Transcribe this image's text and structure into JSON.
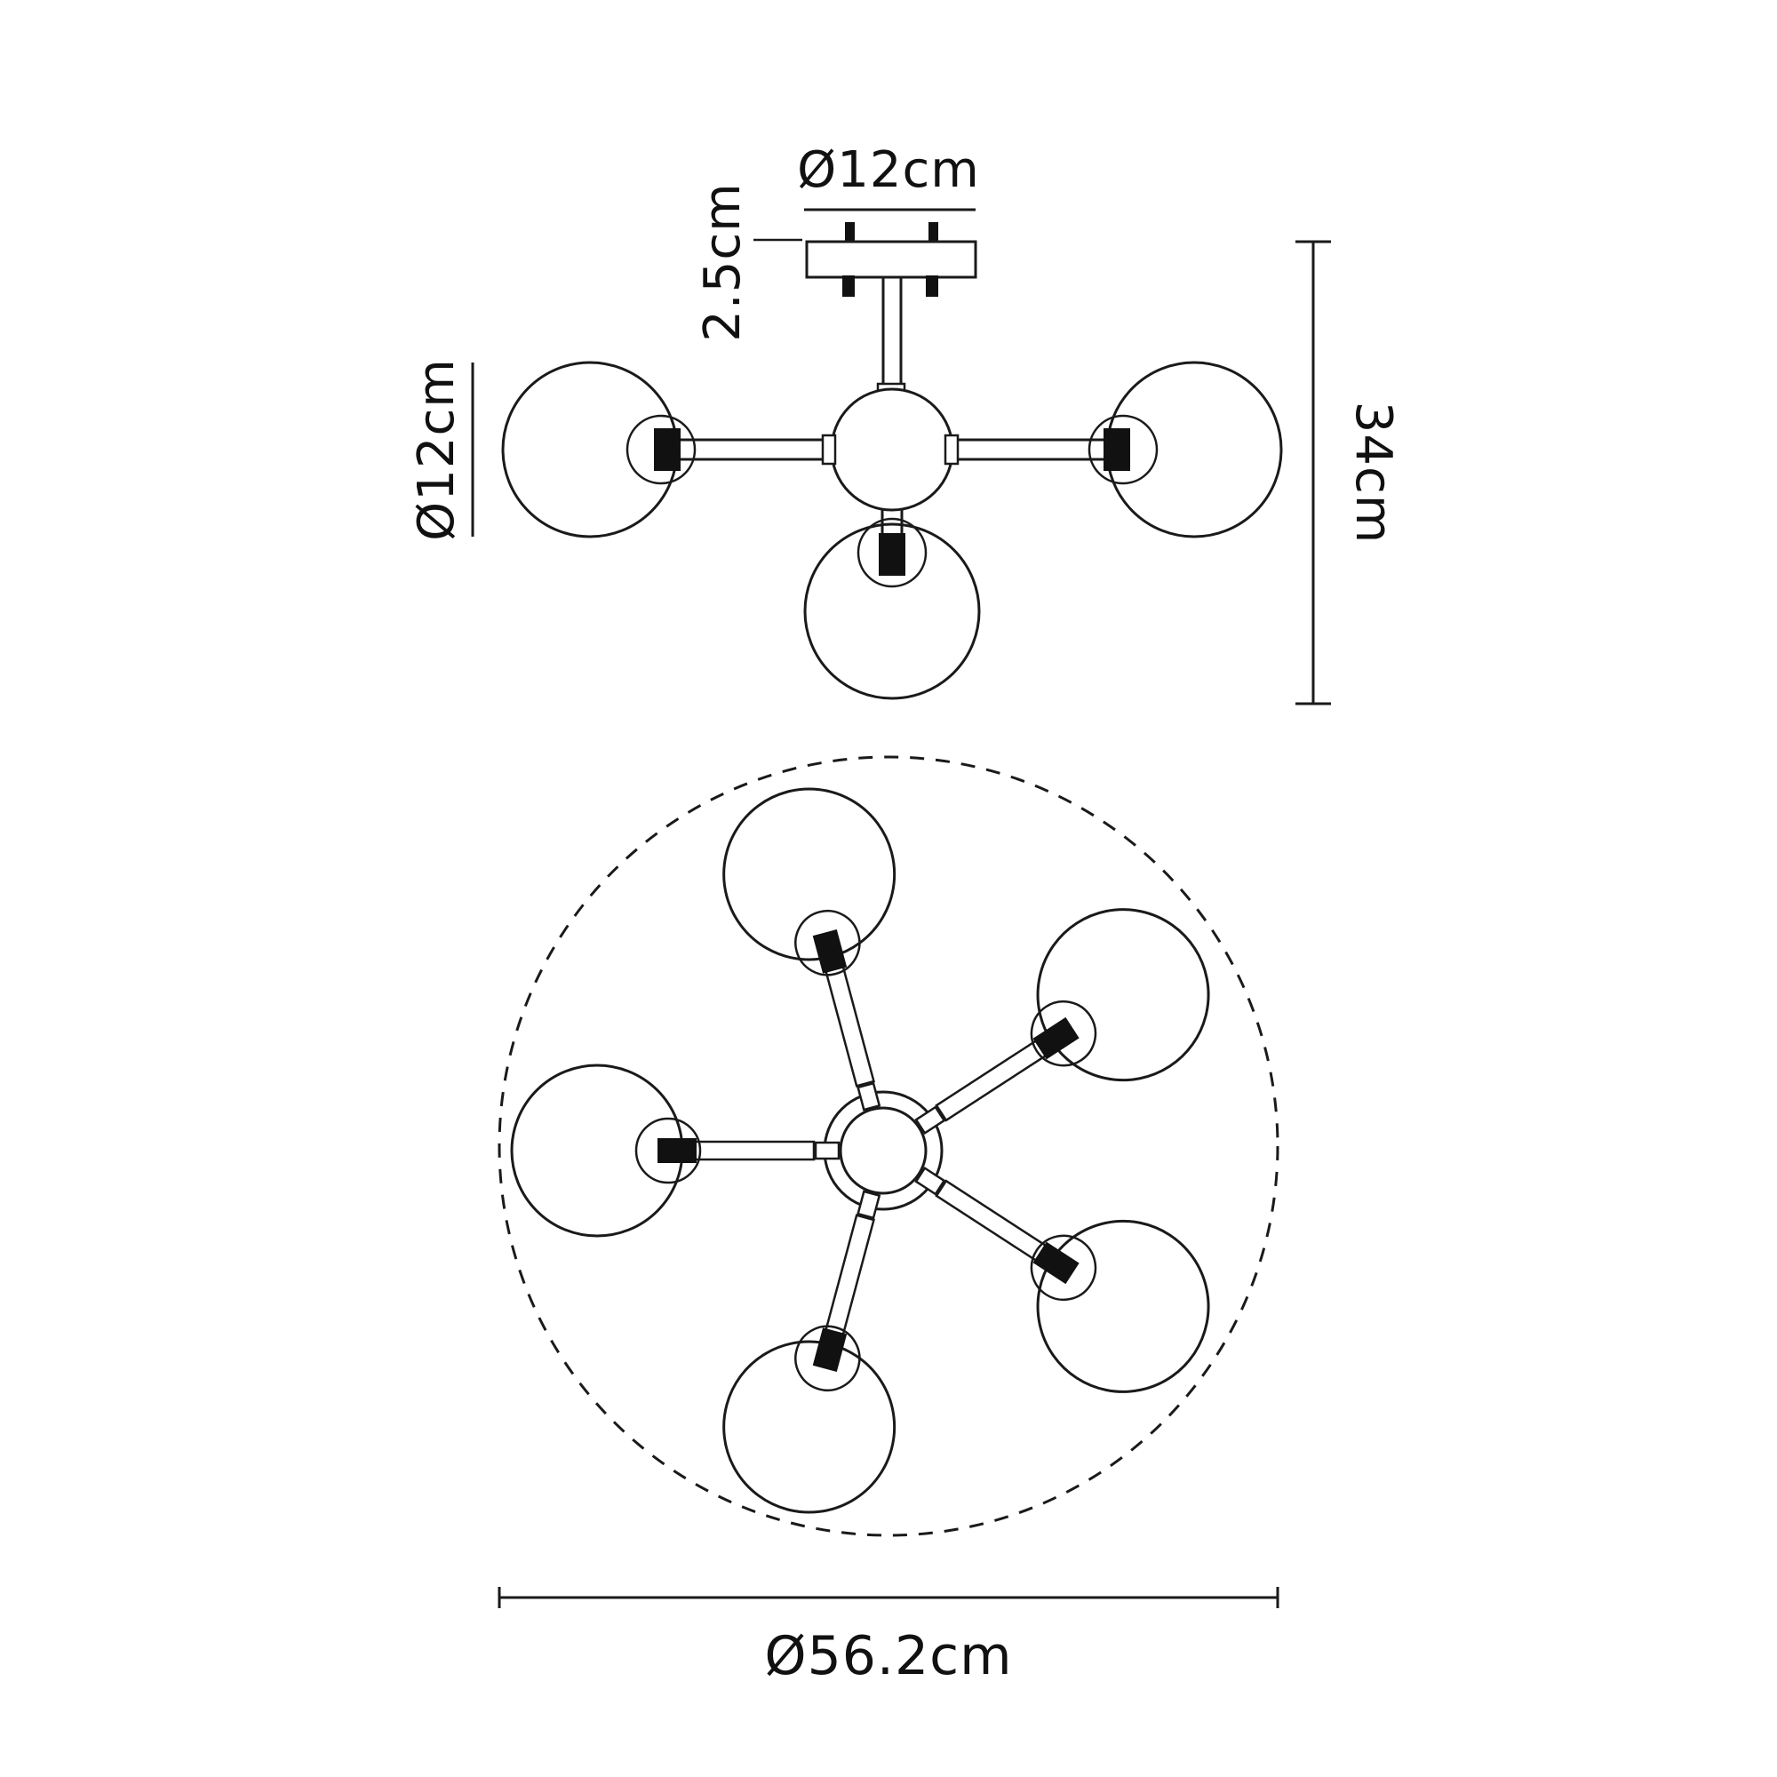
{
  "diagram": {
    "type": "ceiling-light-dimension-drawing",
    "colors": {
      "line": "#1a1a1a",
      "background": "#ffffff",
      "socket_fill": "#111111"
    },
    "side_view": {
      "plate_diameter_label": "Ø12cm",
      "plate_height_label": "2.5cm",
      "globe_diameter_label": "Ø12cm",
      "fixture_height_label": "34cm"
    },
    "plan_view": {
      "overall_diameter_label": "Ø56.2cm",
      "globe_count": 5
    }
  }
}
